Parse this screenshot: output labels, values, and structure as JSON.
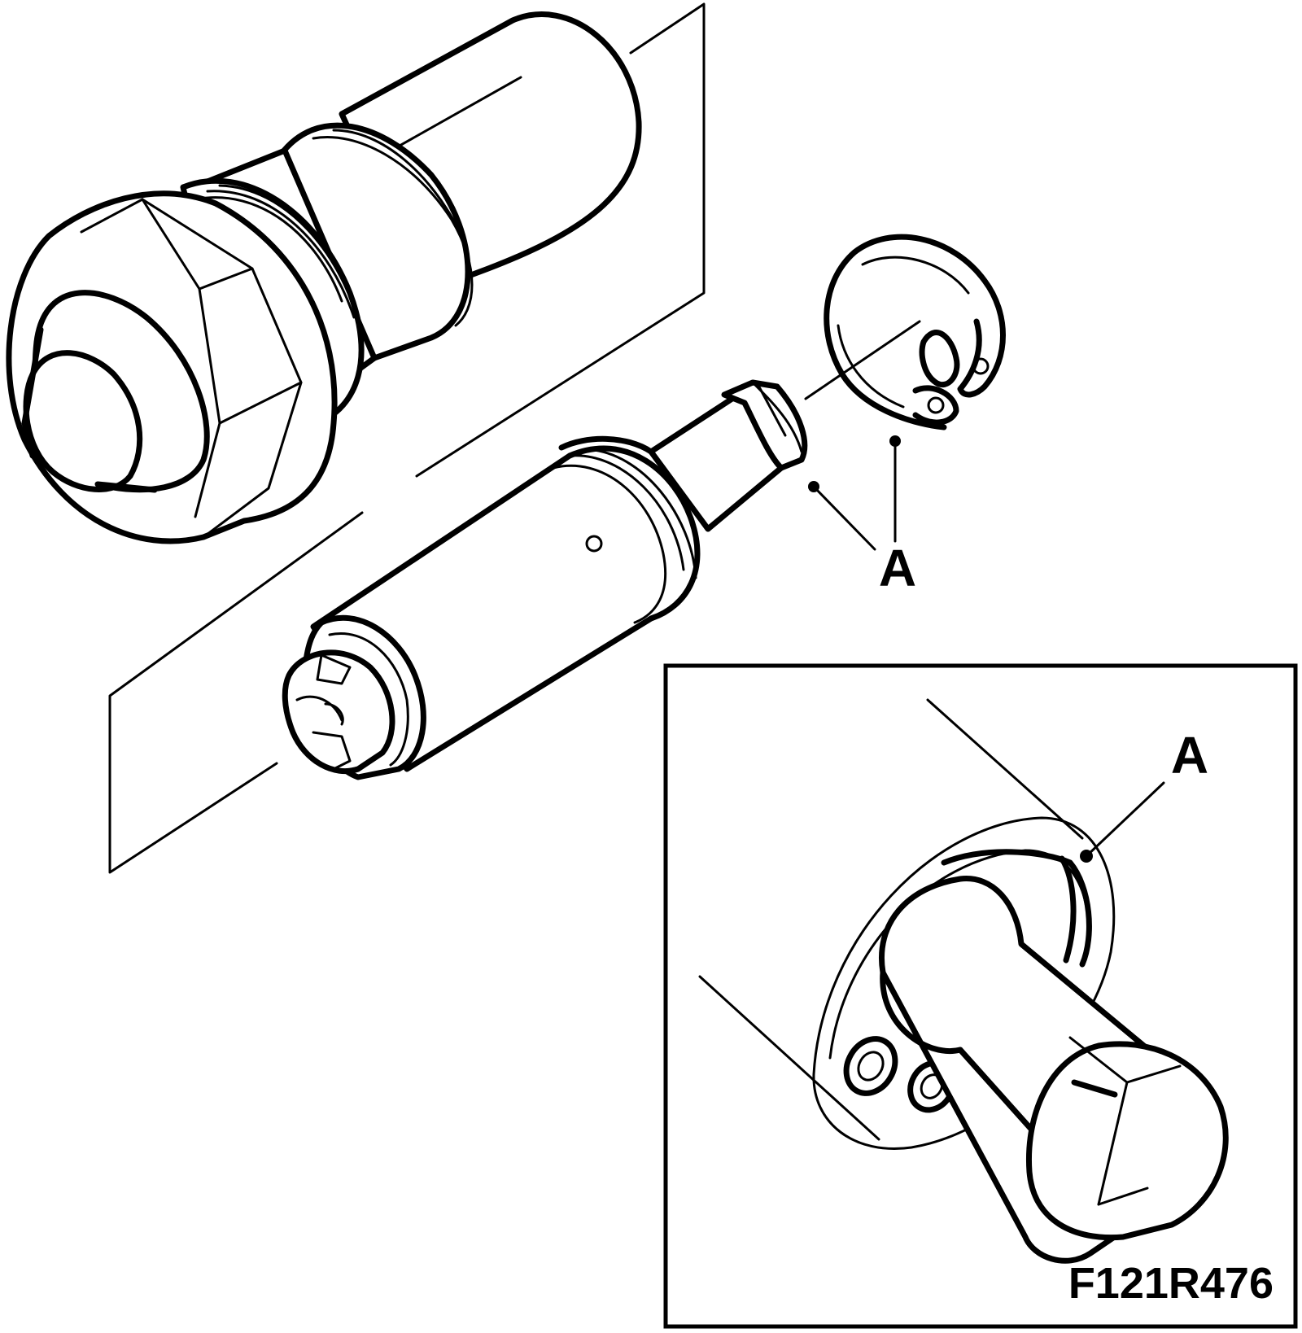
{
  "callouts": {
    "a_top": "A",
    "a_inset": "A"
  },
  "figure_code": "F121R476"
}
